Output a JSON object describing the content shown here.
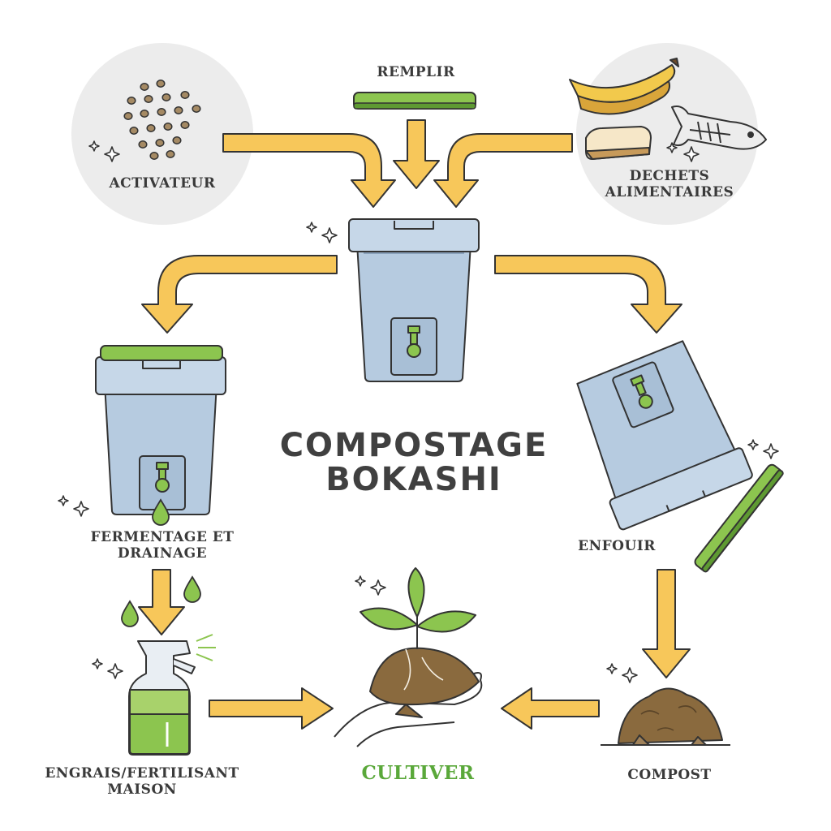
{
  "title": {
    "line1": "COMPOSTAGE",
    "line2": "BOKASHI"
  },
  "labels": {
    "activateur": "ACTIVATEUR",
    "remplir": "REMPLIR",
    "dechets_line1": "DECHETS",
    "dechets_line2": "ALIMENTAIRES",
    "fermentage_line1": "FERMENTAGE ET",
    "fermentage_line2": "DRAINAGE",
    "enfouir": "ENFOUIR",
    "engrais_line1": "ENGRAIS/FERTILISANT",
    "engrais_line2": "MAISON",
    "cultiver": "CULTIVER",
    "compost": "COMPOST"
  },
  "colors": {
    "arrow": "#f7c75a",
    "bucket": "#b6cbe0",
    "lid_green": "#8cc54f",
    "soil": "#8a6a3e",
    "cultiver_text": "#5aa83a",
    "text": "#3a3a3a",
    "circle_bg": "#ececec"
  }
}
